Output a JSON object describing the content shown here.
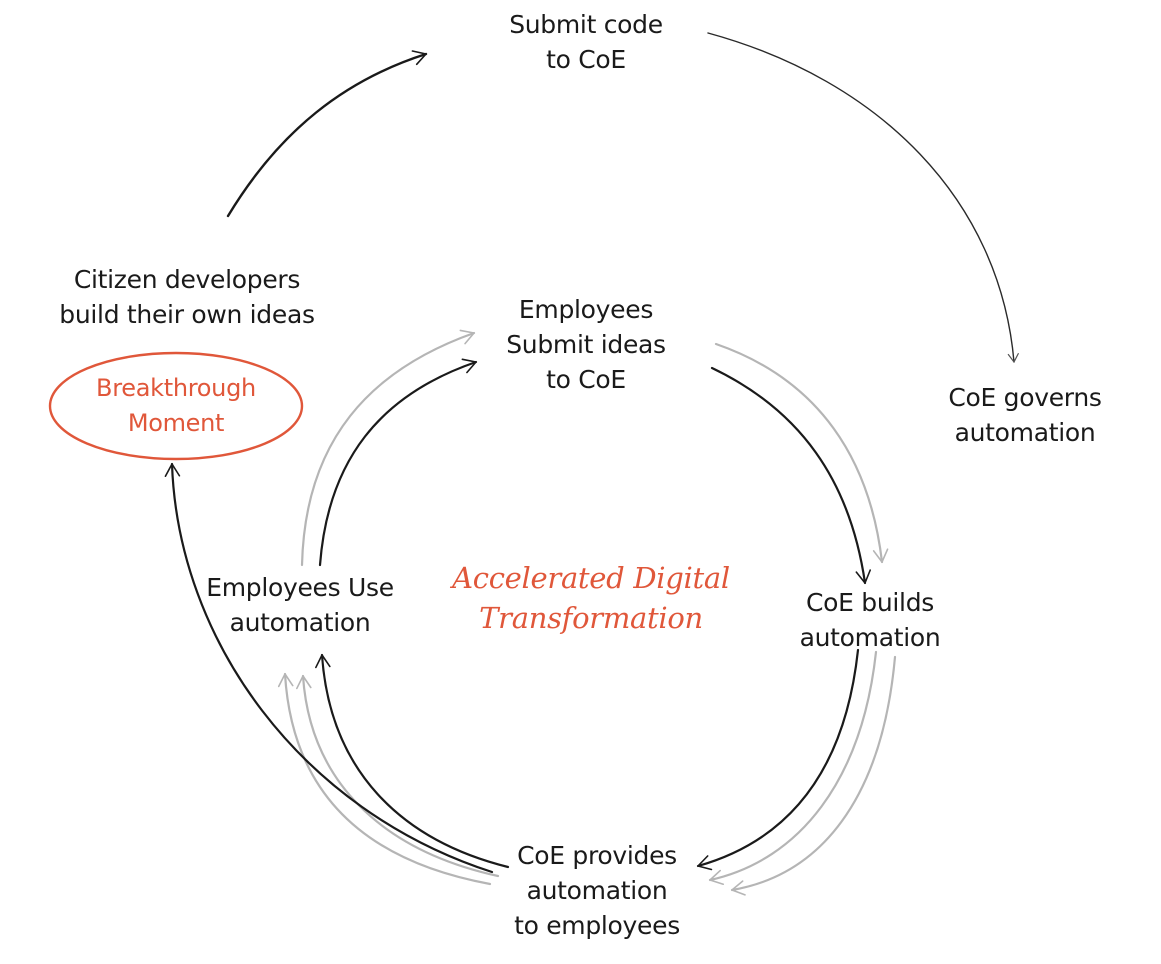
{
  "nodes": {
    "submit_code": [
      "Submit code",
      "to CoE"
    ],
    "coe_governs": [
      "CoE governs",
      "automation"
    ],
    "citizen_developers": [
      "Citizen developers",
      "build their own ideas"
    ],
    "breakthrough": [
      "Breakthrough",
      "Moment"
    ],
    "employees_submit": [
      "Employees",
      "Submit ideas",
      "to CoE"
    ],
    "employees_use": [
      "Employees Use",
      "automation"
    ],
    "coe_builds": [
      "CoE builds",
      "automation"
    ],
    "coe_provides": [
      "CoE provides",
      "automation",
      "to employees"
    ]
  },
  "center_title": [
    "Accelerated Digital",
    "Transformation"
  ],
  "colors": {
    "ink": "#1a1a1a",
    "faded_ink": "#b5b5b5",
    "accent": "#e0573a"
  }
}
